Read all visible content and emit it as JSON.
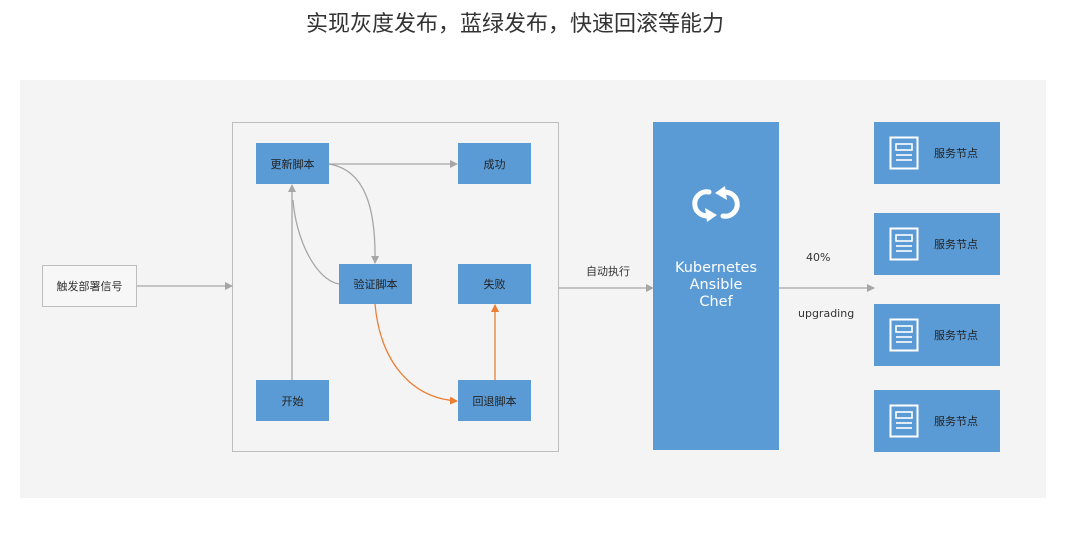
{
  "title": "实现灰度发布，蓝绿发布，快速回滚等能力",
  "trigger": "触发部署信号",
  "steps": {
    "update": "更新脚本",
    "success": "成功",
    "verify": "验证脚本",
    "fail": "失败",
    "start": "开始",
    "rollback": "回退脚本"
  },
  "auto_exec": "自动执行",
  "tools": {
    "line1": "Kubernetes",
    "line2": "Ansible",
    "line3": "Chef"
  },
  "progress_percent": "40%",
  "progress_state": "upgrading",
  "nodes": [
    "服务节点",
    "服务节点",
    "服务节点",
    "服务节点"
  ],
  "colors": {
    "box": "#5b9bd5",
    "rollback_path": "#ed7d31",
    "path": "#a6a6a6",
    "panel": "#f4f4f4"
  }
}
